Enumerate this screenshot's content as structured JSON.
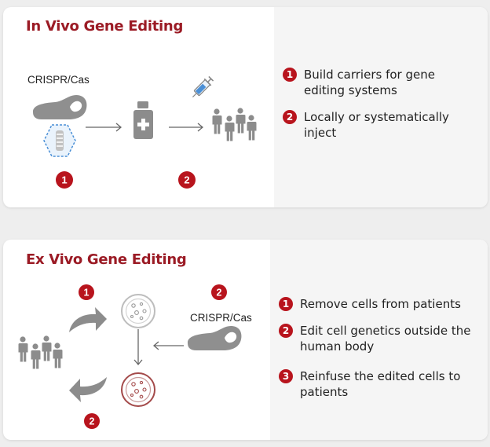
{
  "colors": {
    "brand_red": "#9b1b25",
    "badge_red": "#b8141d",
    "icon_gray": "#8c8c8c",
    "dish_red": "#a44a4a",
    "dna_blue": "#4a8fd6"
  },
  "in_vivo": {
    "title": "In Vivo Gene Editing",
    "diagram": {
      "crispr_label": "CRISPR/Cas",
      "badge_1": "1",
      "badge_2": "2",
      "icons": [
        "crispr-cas-protein-icon",
        "dna-capsule-icon",
        "arrow-right-icon",
        "medicine-bottle-icon",
        "arrow-right-icon",
        "syringe-icon",
        "people-group-icon"
      ]
    },
    "steps": [
      {
        "num": "1",
        "text": "Build carriers for gene editing systems"
      },
      {
        "num": "2",
        "text": "Locally or systematically inject"
      }
    ]
  },
  "ex_vivo": {
    "title": "Ex Vivo Gene Editing",
    "diagram": {
      "crispr_label": "CRISPR/Cas",
      "badge_top_1": "1",
      "badge_top_2": "2",
      "badge_bottom_2": "2",
      "icons": [
        "people-group-icon",
        "curved-arrow-icon",
        "petri-dish-icon",
        "edited-petri-dish-icon",
        "crispr-cas-protein-icon"
      ]
    },
    "steps": [
      {
        "num": "1",
        "text": "Remove cells from patients"
      },
      {
        "num": "2",
        "text": "Edit cell genetics outside the human body"
      },
      {
        "num": "3",
        "text": "Reinfuse the edited cells to patients"
      }
    ]
  }
}
